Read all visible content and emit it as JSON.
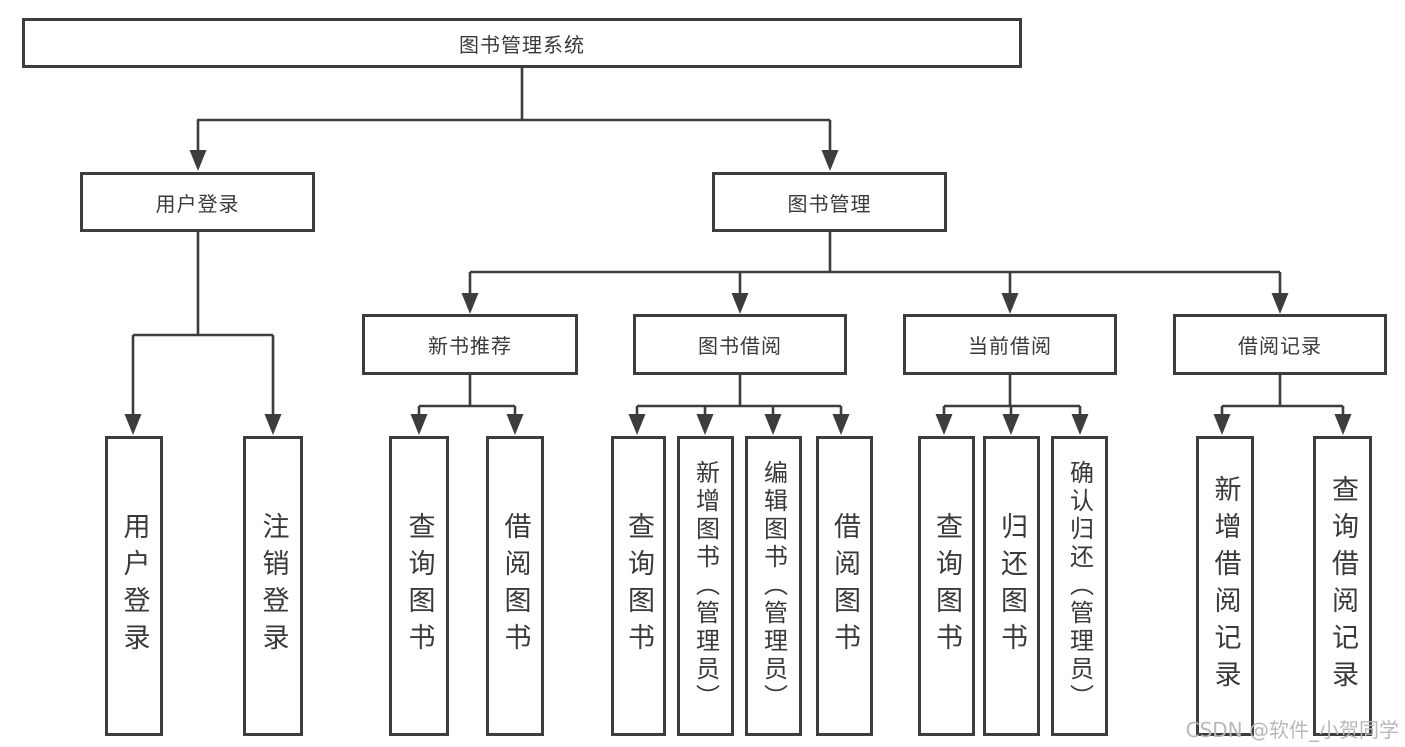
{
  "colors": {
    "line": "#3d3d3d",
    "box_border": "#3d3d3d",
    "text": "#3a3a3a",
    "background": "#ffffff",
    "watermark": "#b9b9b9"
  },
  "tree": {
    "label": "图书管理系统",
    "children": [
      {
        "label": "用户登录",
        "children": [
          {
            "label": "用户登录"
          },
          {
            "label": "注销登录"
          }
        ]
      },
      {
        "label": "图书管理",
        "children": [
          {
            "label": "新书推荐",
            "children": [
              {
                "label": "查询图书"
              },
              {
                "label": "借阅图书"
              }
            ]
          },
          {
            "label": "图书借阅",
            "children": [
              {
                "label": "查询图书"
              },
              {
                "label": "新增图书（管理员）"
              },
              {
                "label": "编辑图书（管理员）"
              },
              {
                "label": "借阅图书"
              }
            ]
          },
          {
            "label": "当前借阅",
            "children": [
              {
                "label": "查询图书"
              },
              {
                "label": "归还图书"
              },
              {
                "label": "确认归还（管理员）"
              }
            ]
          },
          {
            "label": "借阅记录",
            "children": [
              {
                "label": "新增借阅记录"
              },
              {
                "label": "查询借阅记录"
              }
            ]
          }
        ]
      }
    ]
  },
  "watermark": {
    "text": "CSDN @软件_小贺同学"
  }
}
